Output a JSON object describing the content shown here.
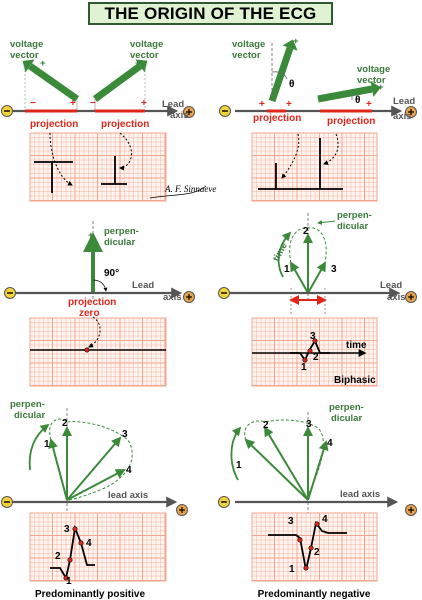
{
  "title": "THE ORIGIN OF THE ECG",
  "labels": {
    "voltage_vector_line1": "voltage",
    "voltage_vector_line2": "vector",
    "lead_line1": "Lead",
    "axis_line2": "axis",
    "projection": "projection",
    "projection_zero_line2": "zero",
    "perpendicular_line1": "perpen-",
    "perpendicular_line2": "dicular",
    "time": "time",
    "theta": "θ",
    "angle_90": "90°",
    "lead_axis": "lead axis",
    "plus": "+",
    "minus": "−",
    "biphasic": "Biphasic",
    "predominantly_positive": "Predominantly positive",
    "predominantly_negative": "Predominantly negative",
    "signature": "A. F. Sinnaeve",
    "n1": "1",
    "n2": "2",
    "n3": "3",
    "n4": "4"
  },
  "colors": {
    "green": "#3a8a3a",
    "red": "#e0261a",
    "grid": "#f4a58d",
    "grid_bg": "#fff4ef",
    "axis": "#555555"
  }
}
